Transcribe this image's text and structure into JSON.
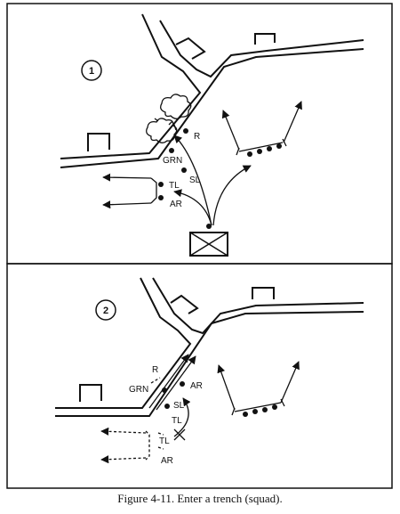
{
  "caption": "Figure 4-11. Enter a trench (squad).",
  "panels": [
    {
      "number": "1",
      "labels": {
        "r": "R",
        "grn": "GRN",
        "sl": "SL",
        "tl": "TL",
        "ar": "AR"
      }
    },
    {
      "number": "2",
      "labels": {
        "r": "R",
        "grn": "GRN",
        "ar": "AR",
        "sl": "SL",
        "tl": "TL",
        "tl2": "TL",
        "ar2": "AR"
      }
    }
  ]
}
